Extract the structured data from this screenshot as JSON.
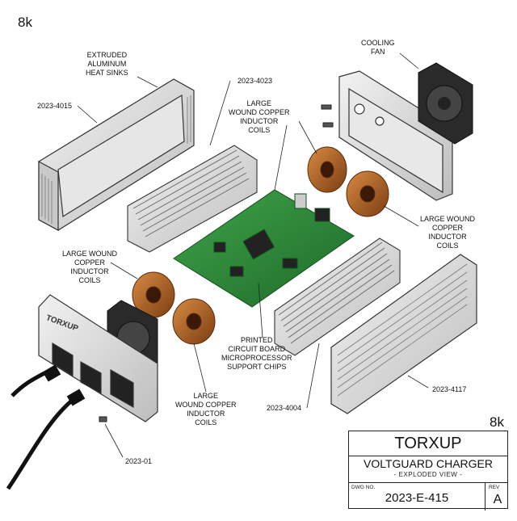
{
  "corner_labels": {
    "top_left": "8k",
    "bottom_right": "8k"
  },
  "callouts": {
    "heat_sinks": "EXTRUDED\nALUMINUM\nHEAT SINKS",
    "part_4015": "2023-4015",
    "part_4023": "2023-4023",
    "inductor_top": "LARGE\nWOUND COPPER\nINDUCTOR\nCOILS",
    "cooling_fan": "COOLING\nFAN",
    "inductor_right": "LARGE WOUND\nCOPPER\nINDUCTOR\nCOILS",
    "inductor_left": "LARGE WOUND\nCOPPER\nINDUCTOR\nCOILS",
    "pcb": "PRINTED\nCIRCUIT BOARD\nMICROPROCESSOR\nSUPPORT CHIPS",
    "inductor_bottom": "LARGE\nWOUND COPPER\nINDUCTOR\nCOILS",
    "part_4004": "2023-4004",
    "part_4117": "2023-4117",
    "part_01": "2023-01"
  },
  "housing_brand": "TORXUP",
  "title_block": {
    "company": "TORXUP",
    "product": "VOLTGUARD CHARGER",
    "view": "- EXPLODED VIEW -",
    "dwg_label": "DWG NO.",
    "dwg_no": "2023-E-415",
    "rev_label": "REV",
    "rev": "A"
  },
  "colors": {
    "aluminum": "#d9d9d9",
    "pcb_green": "#2f8a3a",
    "copper": "#b8692a",
    "fan_dark": "#2a2a2a"
  }
}
